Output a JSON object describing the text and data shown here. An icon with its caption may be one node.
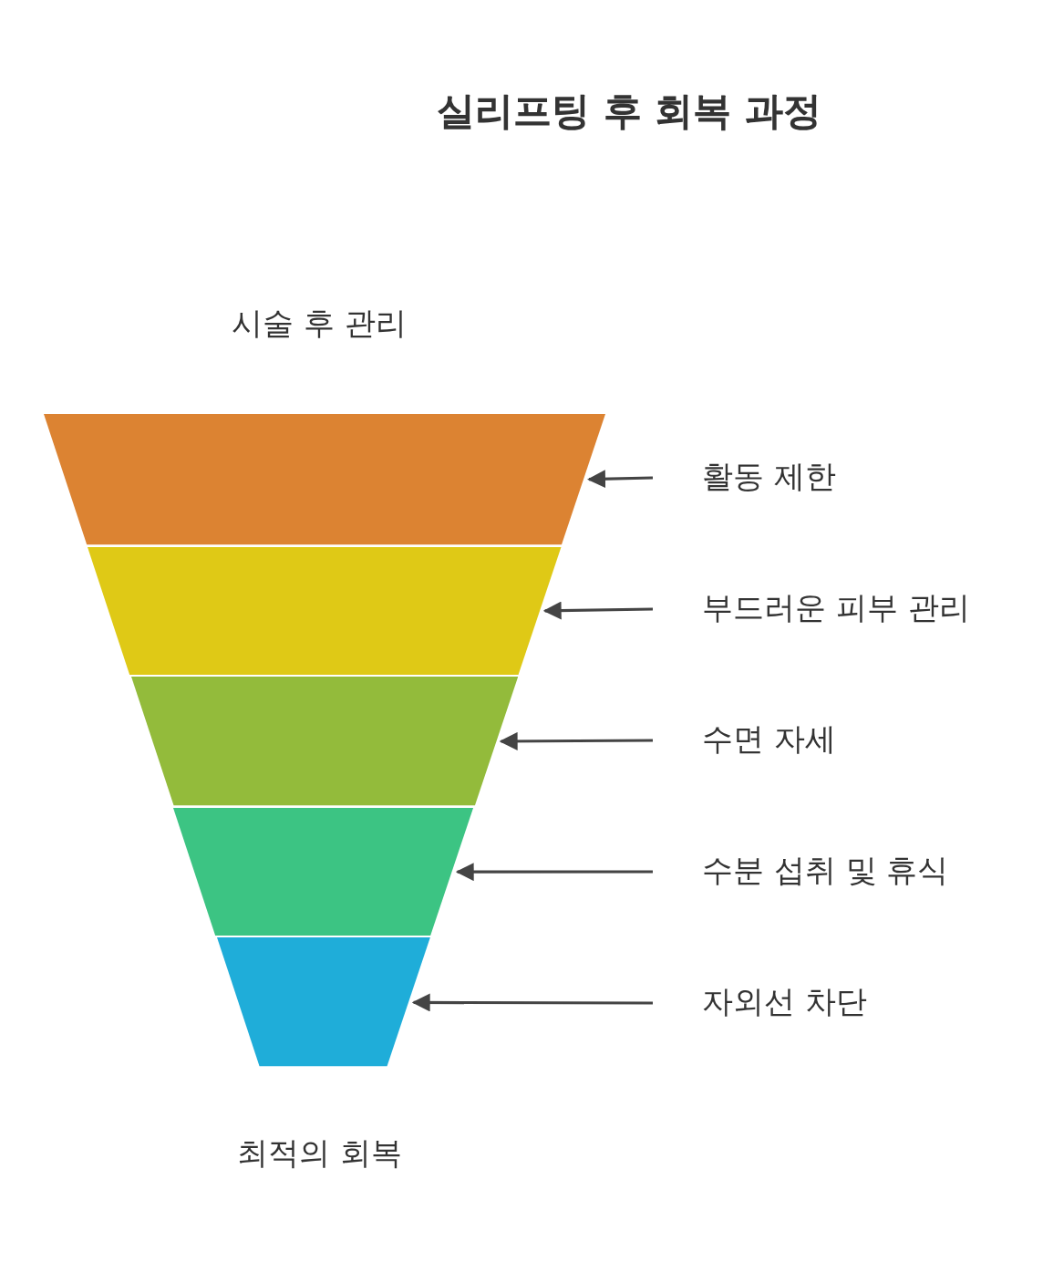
{
  "diagram": {
    "title": "실리프팅 후 회복 과정",
    "nodes": [
      {
        "text": [],
        "shape": "bar"
      },
      {
        "text": [],
        "shape": "bar"
      },
      {
        "text": [],
        "shape": "bar"
      },
      {
        "text": [],
        "shape": "bar"
      },
      {
        "text": [],
        "shape": "bar"
      },
      {
        "text": [
          "활동 제한"
        ]
      },
      {
        "text": [
          "부드러운 피부 관리"
        ]
      },
      {
        "text": [
          "수면 자세"
        ]
      },
      {
        "text": [
          "수분 섭취 및 휴식"
        ]
      },
      {
        "text": [
          "자외선 차단"
        ]
      }
    ],
    "edges": [
      {
        "from": 5,
        "to": 0,
        "arrow": "to"
      },
      {
        "from": 6,
        "to": 1,
        "arrow": "to"
      },
      {
        "from": 7,
        "to": 2,
        "arrow": "to"
      },
      {
        "from": 8,
        "to": 3,
        "arrow": "to"
      },
      {
        "from": 9,
        "to": 4,
        "arrow": "to"
      }
    ],
    "labels": [
      "시술 후 관리",
      "최적의 회복"
    ]
  }
}
